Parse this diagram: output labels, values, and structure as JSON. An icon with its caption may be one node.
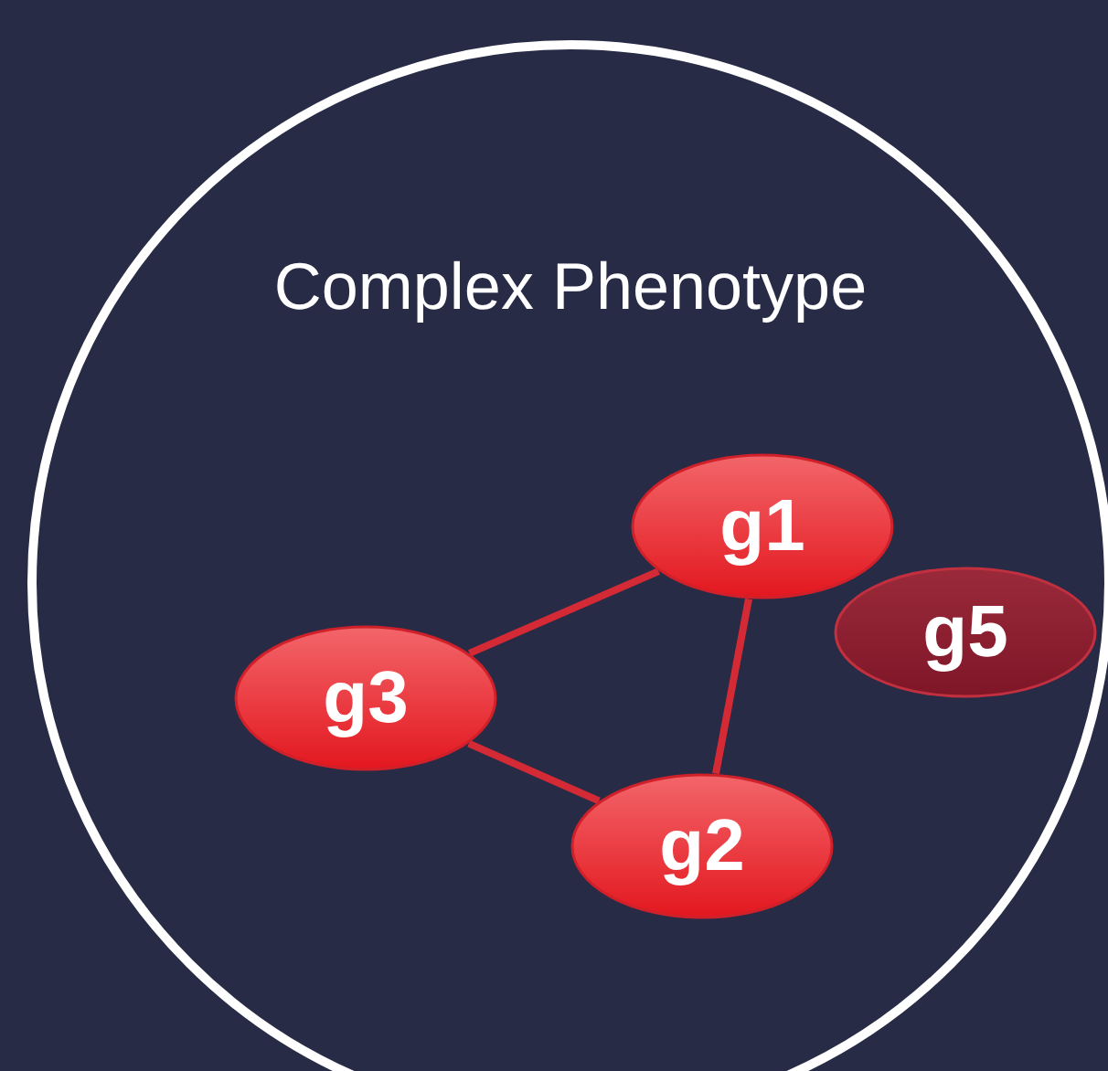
{
  "diagram": {
    "nodes": [
      {
        "text": [
          "Complex Phenotype"
        ]
      },
      {
        "text": [
          "g1"
        ],
        "in": 0
      },
      {
        "text": [
          "g5"
        ],
        "in": 0
      },
      {
        "text": [
          "g3"
        ],
        "in": 0
      },
      {
        "text": [
          "g2"
        ],
        "in": 0
      }
    ],
    "edges": [
      {
        "from": 3,
        "to": 1,
        "arrow": "none"
      },
      {
        "from": 1,
        "to": 4,
        "arrow": "none"
      },
      {
        "from": 3,
        "to": 4,
        "arrow": "none"
      }
    ]
  }
}
